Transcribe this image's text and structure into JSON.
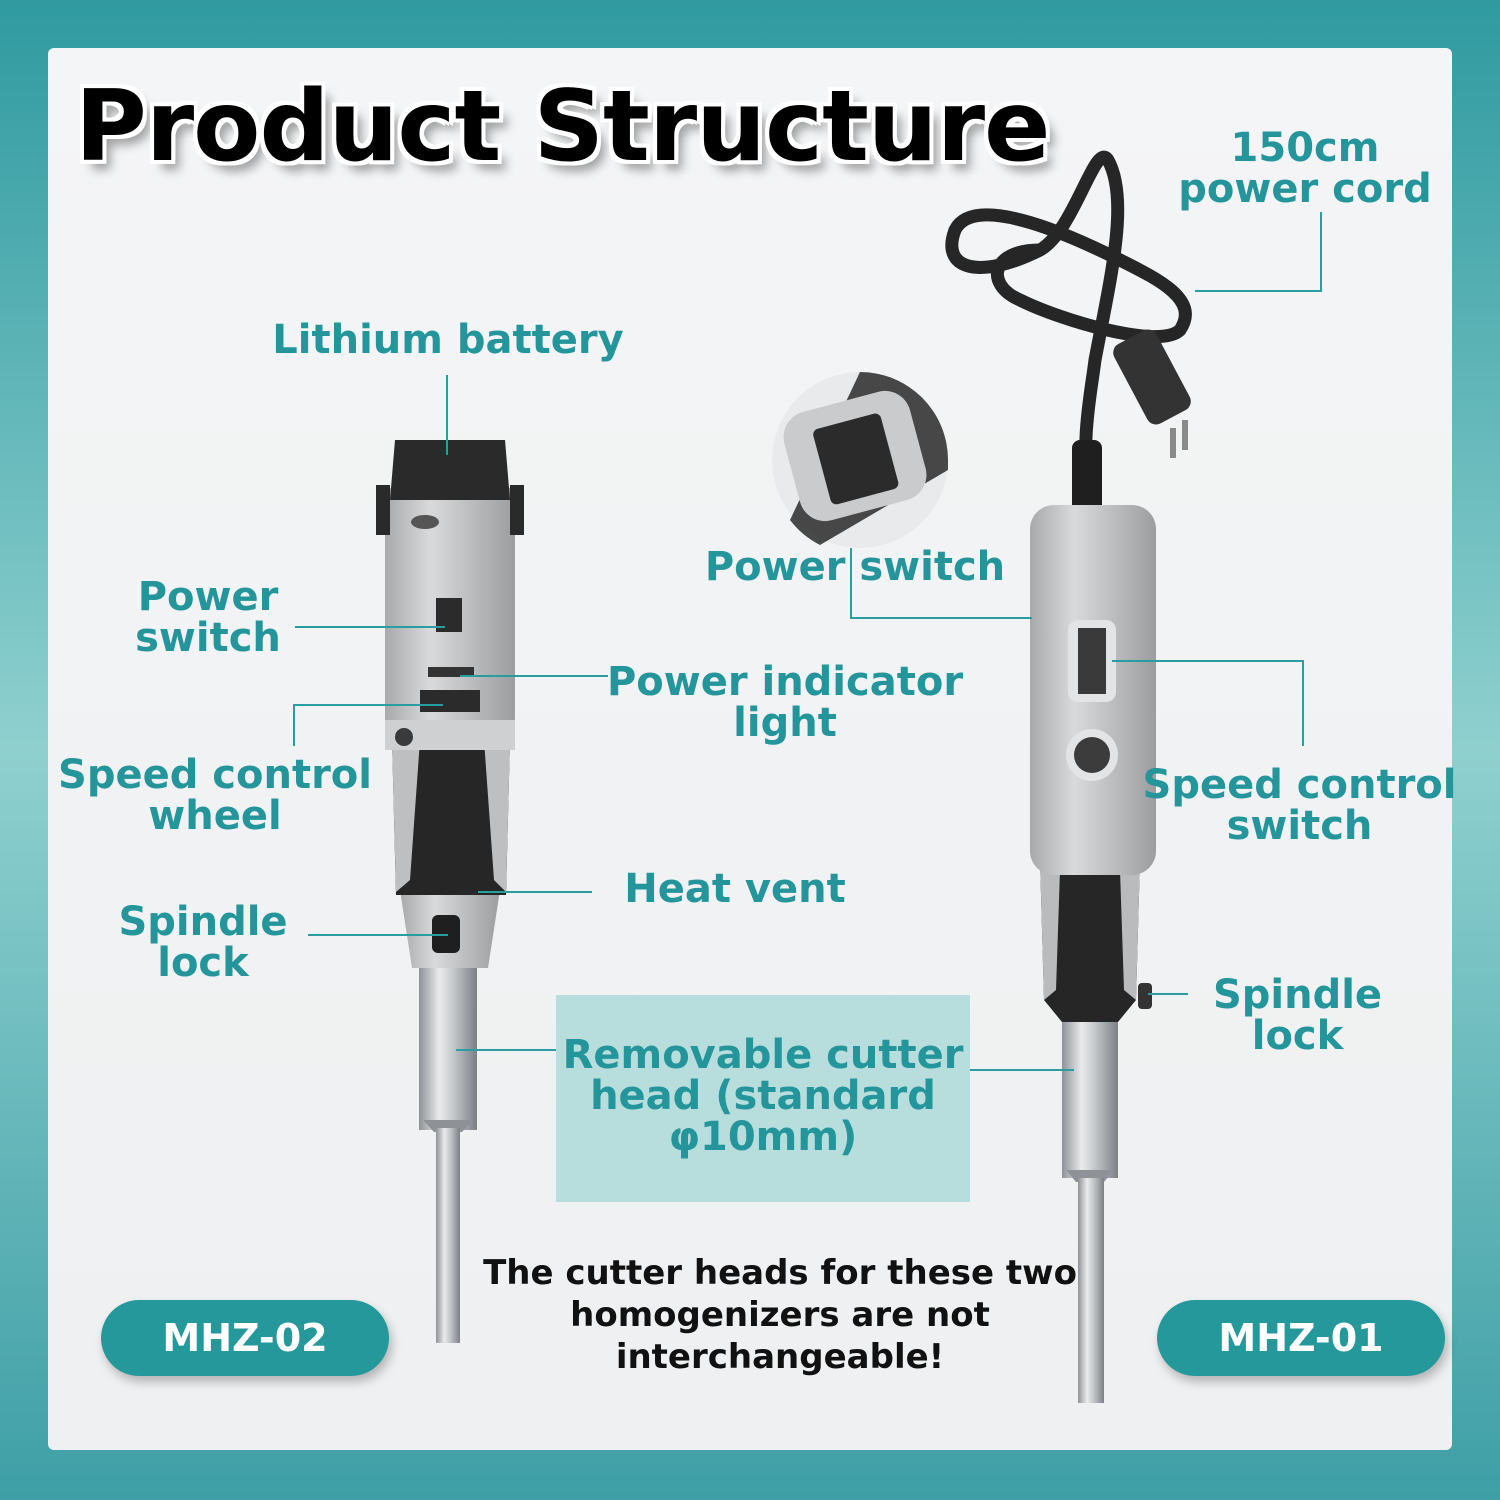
{
  "title": "Product Structure",
  "labels": {
    "lithium_battery": "Lithium battery",
    "power_switch_left": "Power\nswitch",
    "speed_control_wheel": "Speed control\nwheel",
    "spindle_lock_left": "Spindle\nlock",
    "power_indicator_light": "Power indicator\nlight",
    "heat_vent": "Heat vent",
    "power_cord": "150cm\npower cord",
    "power_switch_right": "Power switch",
    "speed_control_switch": "Speed control\nswitch",
    "spindle_lock_right": "Spindle\nlock",
    "removable_cutter_head": "Removable cutter\nhead (standard\nφ10mm)"
  },
  "note": "The cutter heads for these two\nhomogenizers are not\ninterchangeable!",
  "models": {
    "left": "MHZ-02",
    "right": "MHZ-01"
  },
  "colors": {
    "accent": "#25989c",
    "label_text": "#24959a",
    "cutter_box": "#b7dedd"
  }
}
